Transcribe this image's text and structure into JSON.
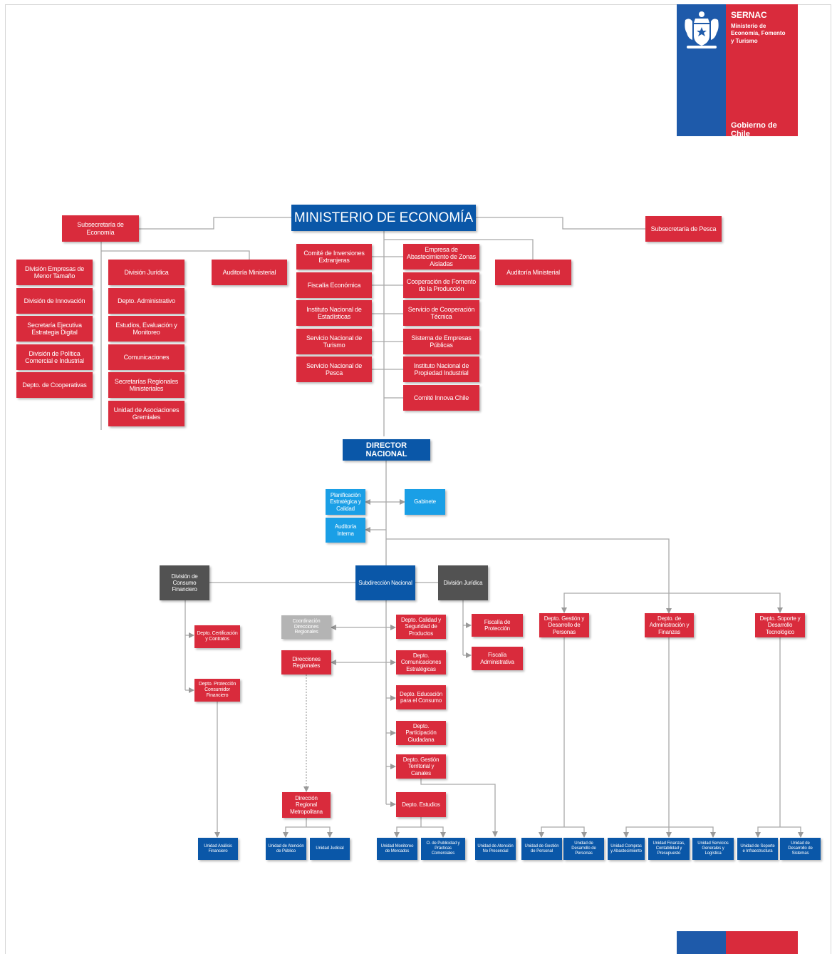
{
  "logo": {
    "brand": "SERNAC",
    "ministry": "Ministerio de\nEconomía, Fomento\ny Turismo",
    "government": "Gobierno de Chile"
  },
  "ministry": {
    "title": "MINISTERIO DE ECONOMÍA",
    "subsecretaria_economia": "Subsecretaría de Economía",
    "subsecretaria_pesca": "Subsecretaría de Pesca",
    "left_column": [
      "División Empresas de Menor Tamaño",
      "División de Innovación",
      "Secretaría Ejecutiva Estrategia Digital",
      "División de Política Comercial e Industrial",
      "Depto. de Cooperativas"
    ],
    "mid_column": [
      "División Jurídica",
      "Depto. Administrativo",
      "Estudios, Evaluación y Monitoreo",
      "Comunicaciones",
      "Secretarías Regionales Ministeriales",
      "Unidad de Asociaciones Gremiales"
    ],
    "auditoria_left": "Auditoría Ministerial",
    "center_left": [
      "Comité de Inversiones Extranjeras",
      "Fiscalía Económica",
      "Instituto Nacional de Estadísticas",
      "Servicio Nacional de Turismo",
      "Servicio Nacional de Pesca"
    ],
    "center_right": [
      "Empresa de Abastecimiento de Zonas Aisladas",
      "Cooperación de Fomento de la Producción",
      "Servicio de Cooperación Técnica",
      "Sistema de Empresas Públicas",
      "Instituto Nacional de Propiedad Industrial",
      "Comité Innova Chile"
    ],
    "auditoria_right": "Auditoría Ministerial"
  },
  "sernac": {
    "director": "DIRECTOR NACIONAL",
    "planificacion": "Planificación Estratégica y Calidad",
    "gabinete": "Gabinete",
    "auditoria": "Auditoría Interna",
    "division_consumo": "División de Consumo Financiero",
    "subdireccion": "Subdirección Nacional",
    "division_juridica": "División Jurídica",
    "depto_certificacion": "Depto. Certificación y Contratos",
    "depto_proteccion": "Depto. Protección Consumidor Financiero",
    "coordinacion": "Coordinación Direcciones Regionales",
    "direcciones_regionales": "Direcciones Regionales",
    "direccion_metropolitana": "Dirección Regional Metropolitana",
    "depto_calidad": "Depto. Calidad y Seguridad de Productos",
    "depto_comunicaciones": "Depto. Comunicaciones Estratégicas",
    "depto_educacion": "Depto. Educación para el Consumo",
    "depto_participacion": "Depto. Participación Ciudadana",
    "depto_gestion_territorial": "Depto. Gestión Territorial y Canales",
    "depto_estudios": "Depto. Estudios",
    "fiscalia_proteccion": "Fiscalía de Protección",
    "fiscalia_administrativa": "Fiscalía Administrativa",
    "depto_gestion_personas": "Depto. Gestión y Desarrollo de Personas",
    "depto_administracion": "Depto. de Administración y Finanzas",
    "depto_soporte": "Depto. Soporte y Desarrollo Tecnológico",
    "units": [
      "Unidad Análisis Financiero",
      "Unidad de Atención de Público",
      "Unidad Judicial",
      "Unidad Monitoreo de Mercados",
      "O. de Publicidad y Prácticas Comerciales",
      "Unidad de Atención No Presencial",
      "Unidad de Gestión de Personal",
      "Unidad de Desarrollo de Personas",
      "Unidad Compras y Abastecimiento",
      "Unidad Finanzas, Contabilidad y Presupuesto",
      "Unidad Servicios Generales y Logística",
      "Unidad de Soporte e Infraestructura",
      "Unidad de Desarrollo de Sistemas"
    ]
  },
  "colors": {
    "red": "#d92b3c",
    "dark_blue": "#0a57a8",
    "light_blue": "#1a9fe6",
    "dark_gray": "#525252",
    "light_gray": "#b4b4b4",
    "gov_blue": "#1e5aaa"
  }
}
